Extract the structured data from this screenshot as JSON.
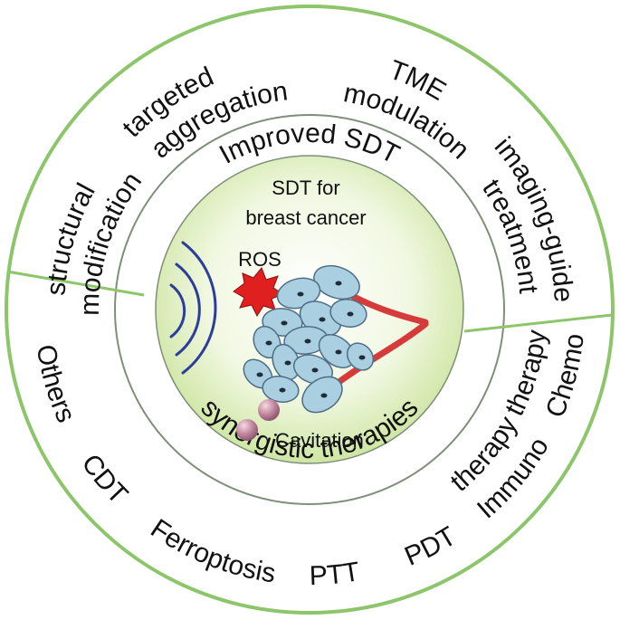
{
  "center": {
    "title_line1": "SDT for",
    "title_line2": "breast cancer",
    "ros": "ROS",
    "cavitation": "Cavitation"
  },
  "improved_ring": {
    "title": "Improved SDT",
    "items": {
      "structural": "structural",
      "modification": "modification",
      "targeted": "targeted",
      "aggregation": "aggregation",
      "tme": "TME",
      "modulation": "modulation",
      "imaging_guided": "imaging-guided",
      "treatment": "treatment"
    }
  },
  "synergistic_ring": {
    "title": "synergistic therapies",
    "items": {
      "others": "Others",
      "cdt": "CDT",
      "ferroptosis": "Ferroptosis",
      "ptt": "PTT",
      "pdt": "PDT",
      "immuno": "Immuno",
      "immuno_therapy": "therapy",
      "chemo": "Chemo",
      "chemo_therapy": "therapy"
    }
  },
  "colors": {
    "ring_green": "#8cc56a",
    "inner_ring": "#7f8f7a",
    "sound_wave": "#2d3e9a",
    "cell_fill": "#a9cfe1",
    "cell_stroke": "#4f6e85",
    "vessel": "#d63b3b",
    "ros_burst": "#e01f1f",
    "bubble": "#c58ba0"
  },
  "icons": [
    "ultrasound-wave-icon",
    "ros-burst-icon",
    "cell-cluster-icon",
    "blood-vessel-icon",
    "cavitation-bubble-icon"
  ]
}
